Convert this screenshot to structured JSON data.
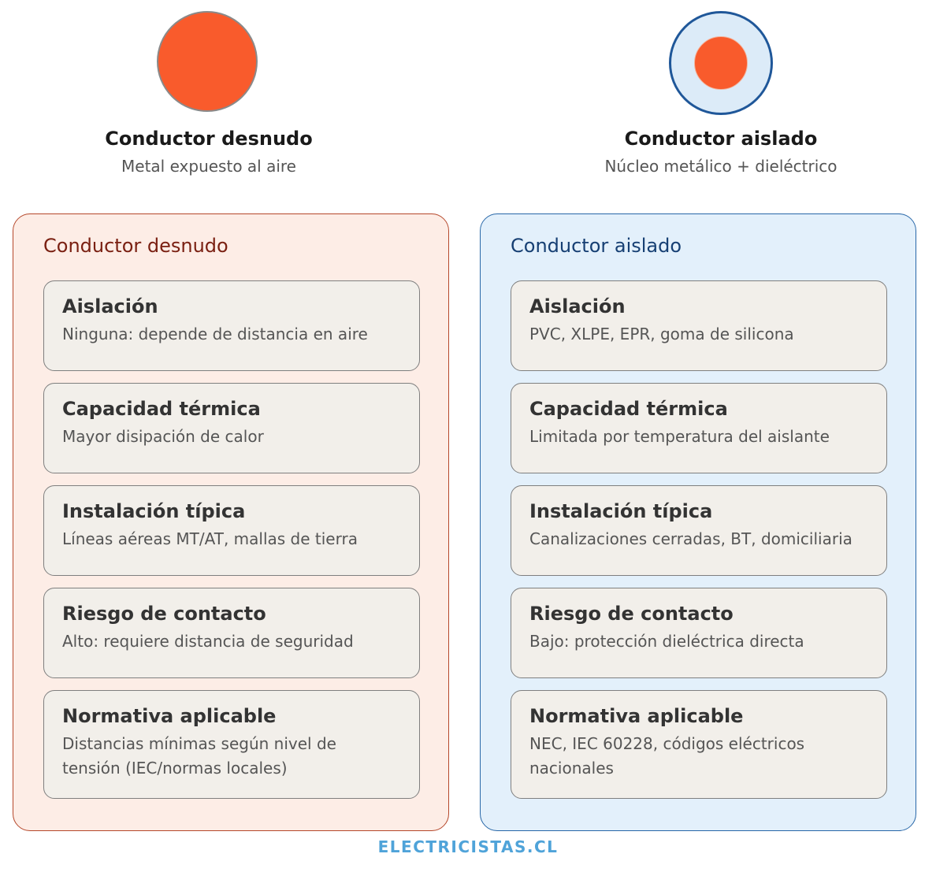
{
  "illustrations": {
    "bare": {
      "title": "Conductor desnudo",
      "subtitle": "Metal expuesto al aire",
      "icon": "bare-conductor-icon"
    },
    "insulated": {
      "title": "Conductor aislado",
      "subtitle": "Núcleo metálico + dieléctrico",
      "icon": "insulated-conductor-icon"
    }
  },
  "colors": {
    "copper": "#F95B2C",
    "bare_panel_bg": "#FDEDE6",
    "bare_panel_border": "#B5482B",
    "insulated_panel_bg": "#E3F0FB",
    "insulated_panel_border": "#2867A8",
    "card_bg": "#F2EFEA",
    "footer": "#4FA3D9"
  },
  "panels": [
    {
      "title": "Conductor desnudo",
      "cards": [
        {
          "title": "Aislación",
          "text": [
            "Ninguna: depende de distancia en aire"
          ]
        },
        {
          "title": "Capacidad térmica",
          "text": [
            "Mayor disipación de calor"
          ]
        },
        {
          "title": "Instalación típica",
          "text": [
            "Líneas aéreas MT/AT, mallas de tierra"
          ]
        },
        {
          "title": "Riesgo de contacto",
          "text": [
            "Alto: requiere distancia de seguridad"
          ]
        },
        {
          "title": "Normativa aplicable",
          "text": [
            "Distancias mínimas según nivel de",
            "tensión (IEC/normas locales)"
          ]
        }
      ]
    },
    {
      "title": "Conductor aislado",
      "cards": [
        {
          "title": "Aislación",
          "text": [
            "PVC, XLPE, EPR, goma de silicona"
          ]
        },
        {
          "title": "Capacidad térmica",
          "text": [
            "Limitada por temperatura del aislante"
          ]
        },
        {
          "title": "Instalación típica",
          "text": [
            "Canalizaciones cerradas, BT, domiciliaria"
          ]
        },
        {
          "title": "Riesgo de contacto",
          "text": [
            "Bajo: protección dieléctrica directa"
          ]
        },
        {
          "title": "Normativa aplicable",
          "text": [
            "NEC, IEC 60228, códigos eléctricos",
            "nacionales"
          ]
        }
      ]
    }
  ],
  "footer": "ELECTRICISTAS.CL"
}
